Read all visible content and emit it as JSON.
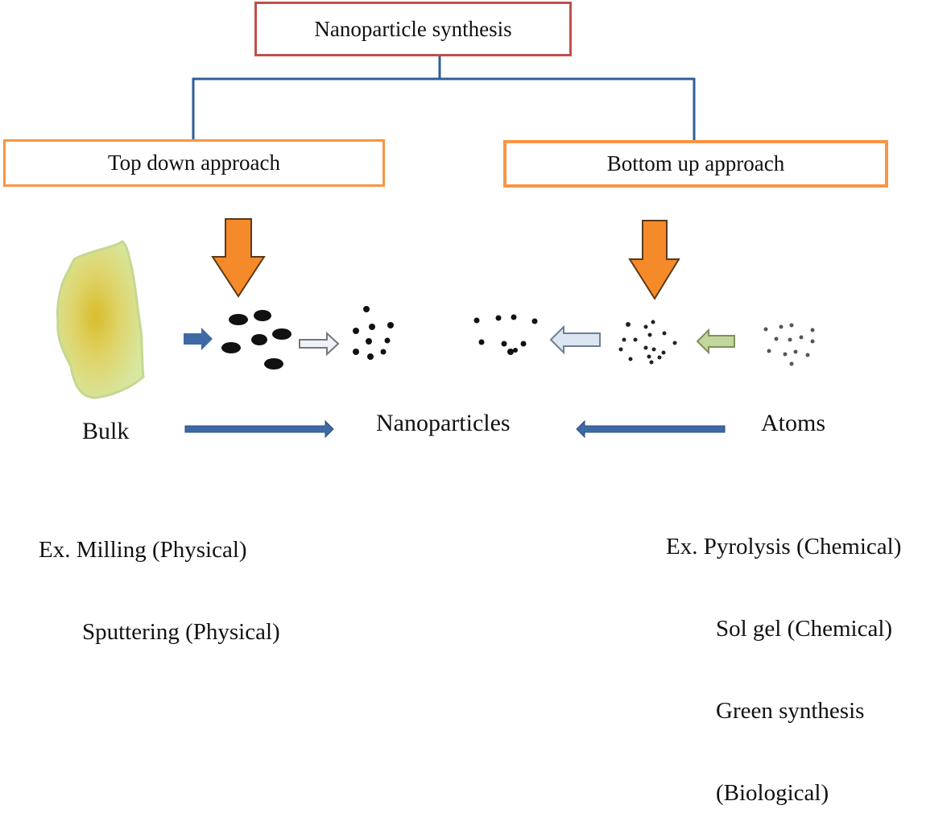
{
  "diagram": {
    "root": {
      "label": "Nanoparticle synthesis",
      "border_color": "#c0504d"
    },
    "connector_color": "#2f5f98",
    "branches": [
      {
        "id": "top-down",
        "label": "Top down approach",
        "border_color": "#f79646"
      },
      {
        "id": "bottom-up",
        "label": "Bottom up approach",
        "border_color": "#f79646"
      }
    ],
    "stages": {
      "bulk": "Bulk",
      "nanoparticles": "Nanoparticles",
      "atoms": "Atoms"
    },
    "examples": {
      "top_down": {
        "prefix": "Ex.",
        "items": [
          "Milling (Physical)",
          "Sputtering (Physical)"
        ]
      },
      "bottom_up": {
        "prefix": "Ex.",
        "items": [
          "Pyrolysis (Chemical)",
          "Sol gel (Chemical)",
          "Green synthesis",
          "(Biological)"
        ]
      }
    },
    "colors": {
      "big_arrow": "#f58a2a",
      "flow_arrow": "#3d6aa6",
      "hollow_arrow_blue": "#b9cde4",
      "hollow_arrow_green": "#c3d69b",
      "particle": "#111111",
      "bulk_center": "#d9c23a",
      "bulk_edge": "#d4e6a0"
    }
  }
}
